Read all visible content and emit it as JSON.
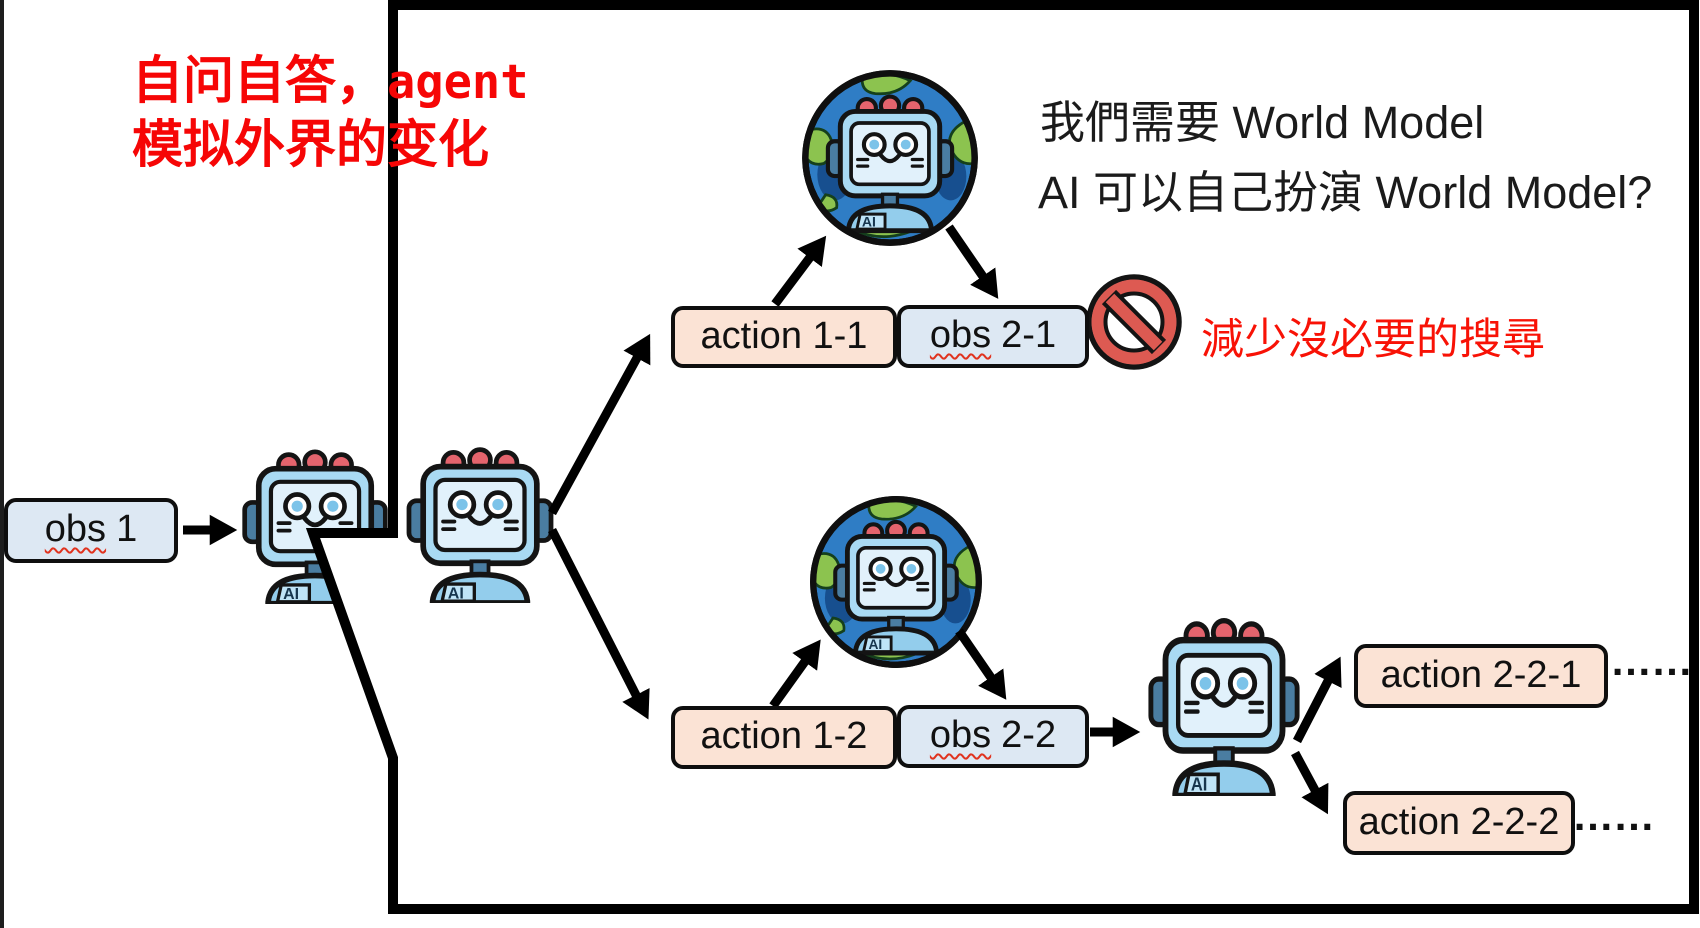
{
  "colors": {
    "background": "#ffffff",
    "frame_outline": "#000000",
    "action_box_fill": "#fbe3d5",
    "obs_box_fill": "#dde8f3",
    "box_border": "#0e0e0e",
    "annotation_red": "#f60606",
    "note_red": "#f81206",
    "question_text": "#1b1b1b",
    "robot_blue": "#a9daf3",
    "globe_ocean_blue": "#2f7dc5",
    "globe_land_green": "#8cc34f",
    "no_entry_red": "#dd5a52"
  },
  "title_annotation": {
    "line1_cjk": "自问自答，",
    "line1_latin": "agent",
    "line2": "模拟外界的变化"
  },
  "question": {
    "line1": "我們需要 World Model",
    "line2": "AI 可以自己扮演 World Model?"
  },
  "no_search_note": "減少沒必要的搜尋",
  "robot_badge": "AI",
  "nodes": {
    "obs1": {
      "word": "obs",
      "num": "1"
    },
    "action11": {
      "label": "action 1-1"
    },
    "obs21": {
      "word": "obs",
      "num": "2-1"
    },
    "action12": {
      "label": "action 1-2"
    },
    "obs22": {
      "word": "obs",
      "num": "2-2"
    },
    "action221": {
      "label": "action 2-2-1"
    },
    "action222": {
      "label": "action 2-2-2"
    }
  },
  "ellipsis_top": "……",
  "ellipsis_bottom": "……"
}
